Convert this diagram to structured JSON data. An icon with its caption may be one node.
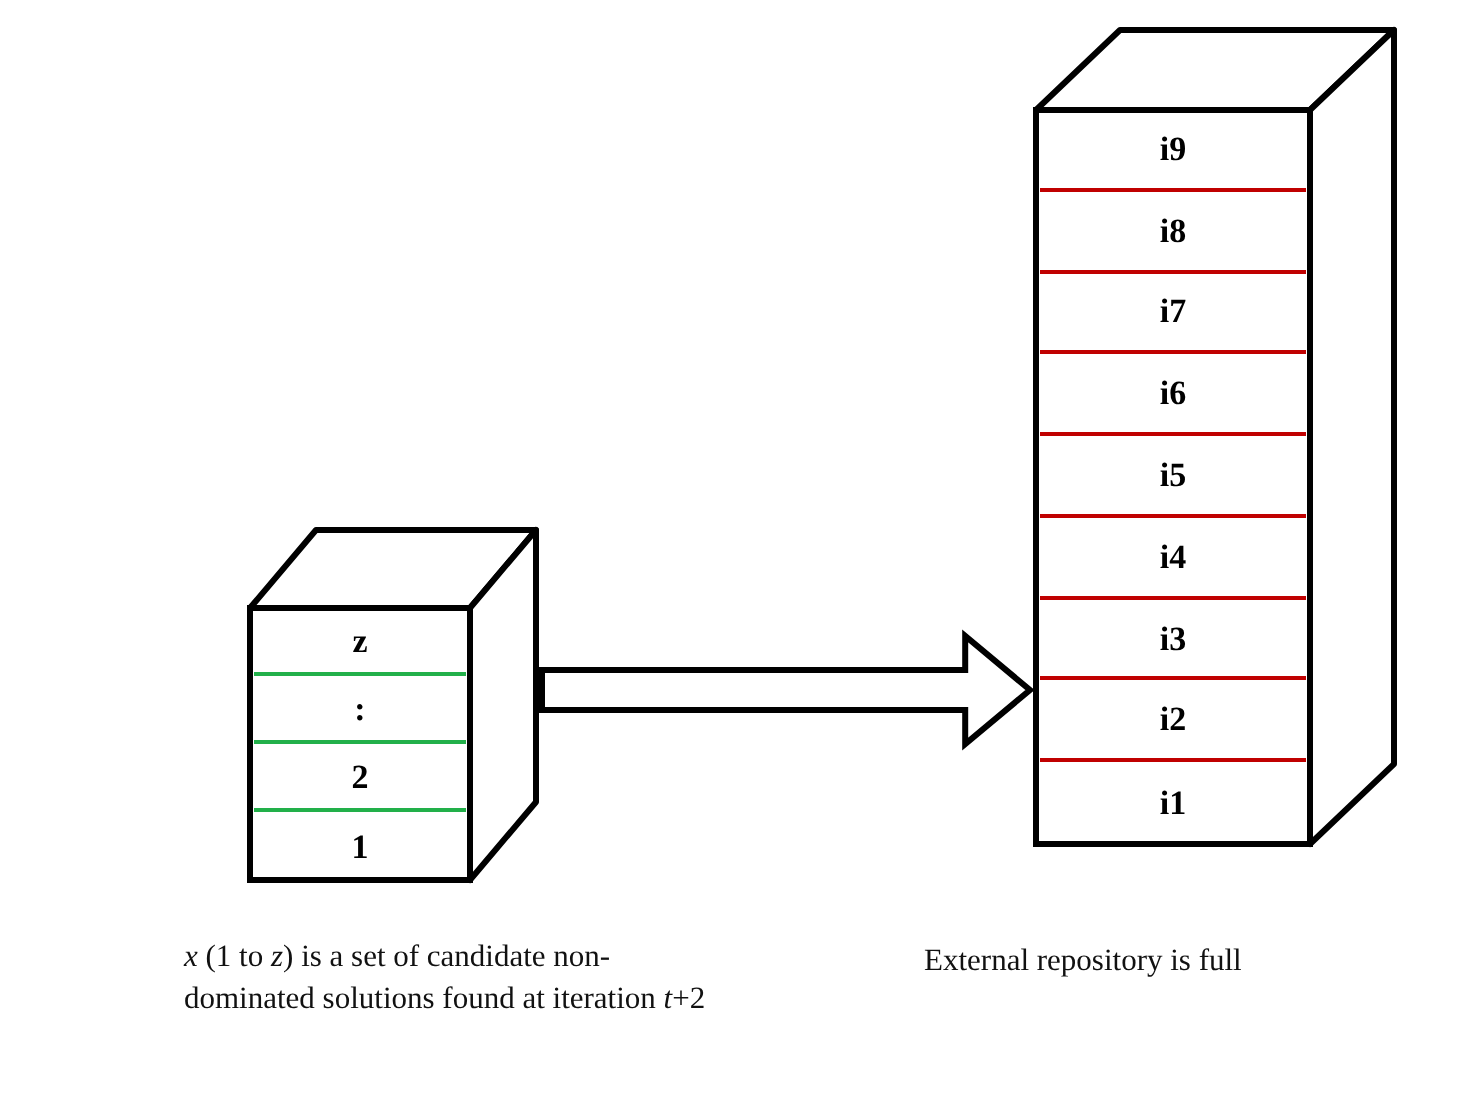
{
  "diagram": {
    "nodes": [
      {
        "text": [],
        "shape": "box",
        "beside": [
          "*x* (1 to *z*) is a set of candidate non-dominated solutions found at iteration *t*+2"
        ]
      },
      {
        "text": [
          "z"
        ],
        "in": 0
      },
      {
        "text": [
          ":"
        ],
        "in": 0
      },
      {
        "text": [
          "2"
        ],
        "in": 0
      },
      {
        "text": [
          "1"
        ],
        "in": 0
      },
      {
        "text": [],
        "shape": "box",
        "beside": [
          "External repository is full"
        ]
      },
      {
        "text": [
          "i9"
        ],
        "in": 5
      },
      {
        "text": [
          "i8"
        ],
        "in": 5
      },
      {
        "text": [
          "i7"
        ],
        "in": 5
      },
      {
        "text": [
          "i6"
        ],
        "in": 5
      },
      {
        "text": [
          "i5"
        ],
        "in": 5
      },
      {
        "text": [
          "i4"
        ],
        "in": 5
      },
      {
        "text": [
          "i3"
        ],
        "in": 5
      },
      {
        "text": [
          "i2"
        ],
        "in": 5
      },
      {
        "text": [
          "i1"
        ],
        "in": 5
      }
    ],
    "edges": [
      {
        "from": 0,
        "to": 5,
        "arrow": "to",
        "style": "thick"
      }
    ]
  }
}
